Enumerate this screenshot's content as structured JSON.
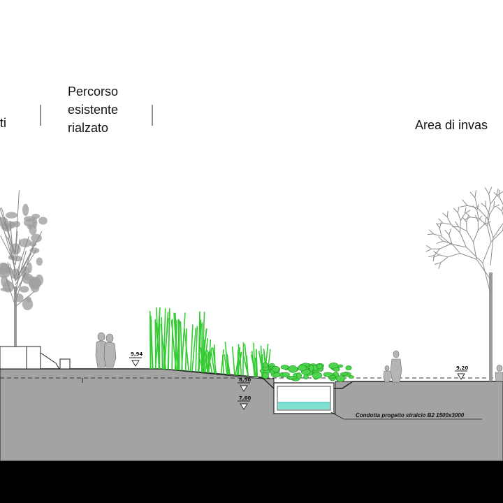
{
  "labels": {
    "left_fragment": "ti",
    "percorso_line1": "Percorso",
    "percorso_line2": "esistente",
    "percorso_line3": "rialzato",
    "area_label": "Area di invas"
  },
  "elevations": {
    "e1": "9,94",
    "e2": "8,50",
    "e3": "7,60",
    "e4": "9,20"
  },
  "culvert_note": "Condotta progetto stralcio  B2  1500x3000",
  "colors": {
    "ground": "#a3a3a3",
    "vegetation": "#33cc33",
    "water": "#7fe0d0",
    "tree": "#8a8a8a",
    "base": "#000000"
  }
}
